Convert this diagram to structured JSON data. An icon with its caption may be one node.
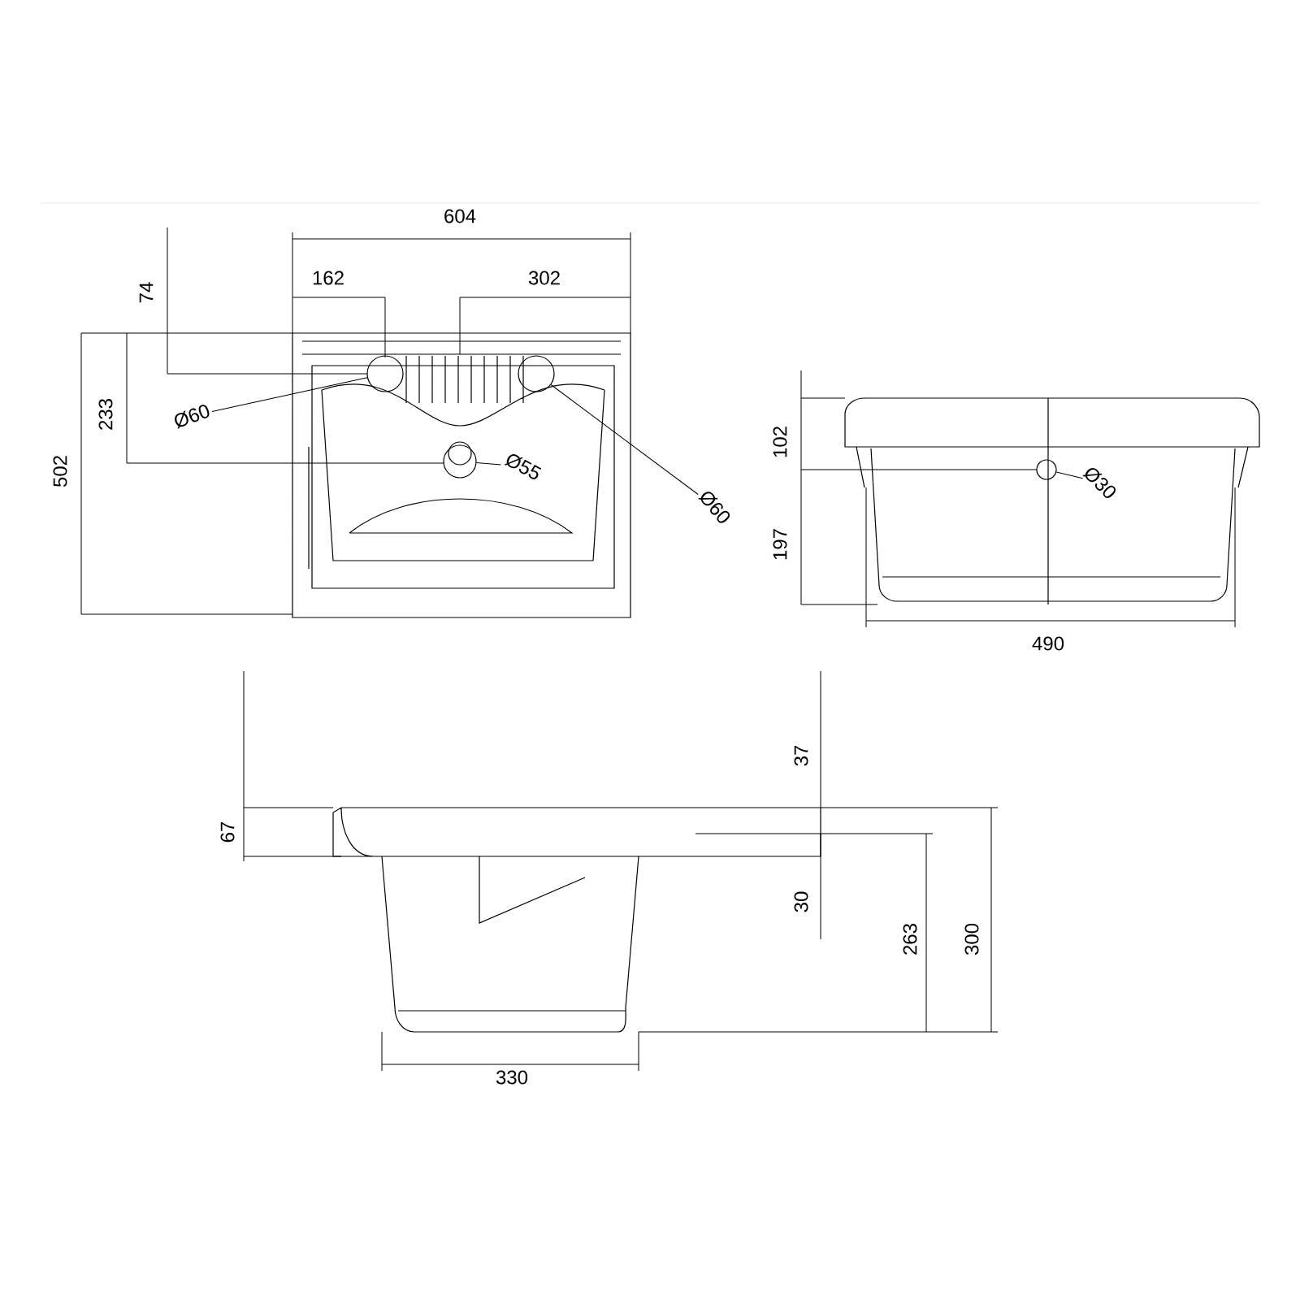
{
  "diagram": {
    "nodes": [
      {
        "text": [
          "Ø60"
        ]
      },
      {
        "text": [],
        "shape": "circle"
      },
      {
        "text": [
          "Ø55"
        ]
      },
      {
        "text": [],
        "shape": "circle"
      },
      {
        "text": [
          "Ø60"
        ]
      },
      {
        "text": [],
        "shape": "circle"
      },
      {
        "text": [
          "Ø30"
        ]
      },
      {
        "text": [],
        "shape": "circle"
      }
    ],
    "edges": [
      {
        "from": 0,
        "to": 1,
        "arrow": "none"
      },
      {
        "from": 2,
        "to": 3,
        "arrow": "none"
      },
      {
        "from": 4,
        "to": 5,
        "arrow": "none"
      },
      {
        "from": 6,
        "to": 7,
        "arrow": "none"
      }
    ],
    "labels": [
      "604",
      "74",
      "162",
      "302",
      "233",
      "502",
      "102",
      "197",
      "490",
      "37",
      "67",
      "30",
      "263",
      "300",
      "330"
    ]
  }
}
